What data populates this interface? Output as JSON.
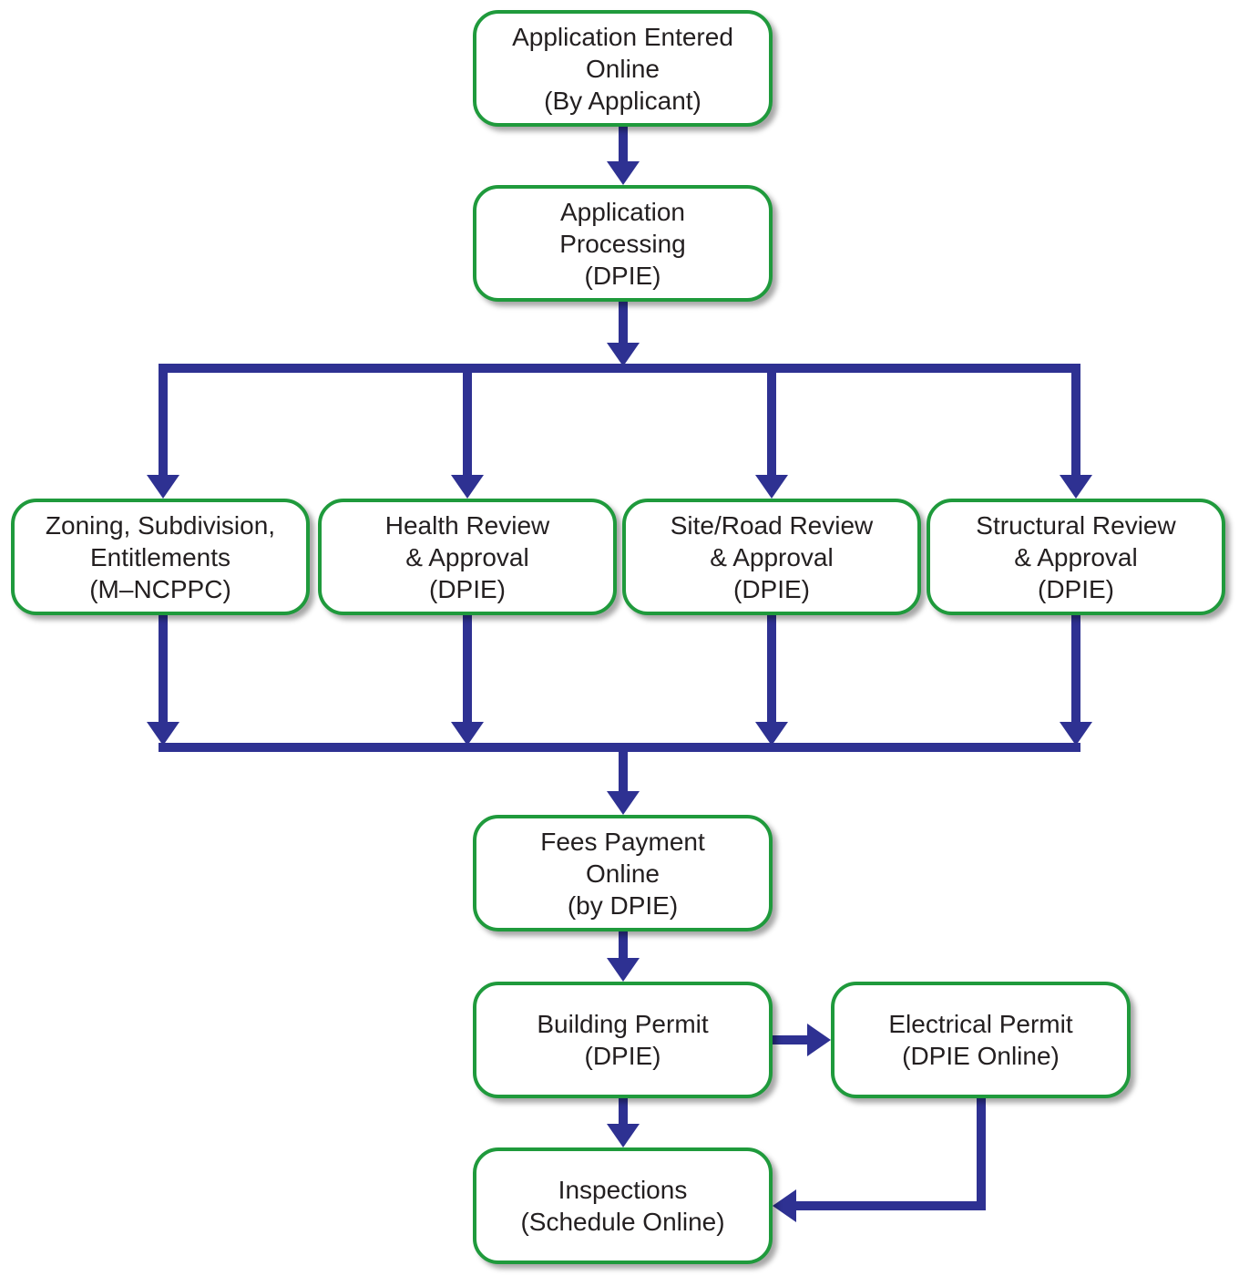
{
  "colors": {
    "box_border": "#1f9a3c",
    "connector": "#2e3192",
    "text": "#231f20"
  },
  "nodes": {
    "app_entered": {
      "lines": [
        "Application Entered",
        "Online",
        "(By Applicant)"
      ]
    },
    "app_processing": {
      "lines": [
        "Application",
        "Processing",
        "(DPIE)"
      ]
    },
    "zoning": {
      "lines": [
        "Zoning, Subdivision,",
        "Entitlements",
        "(M–NCPPC)"
      ]
    },
    "health": {
      "lines": [
        "Health Review",
        "& Approval",
        "(DPIE)"
      ]
    },
    "site_road": {
      "lines": [
        "Site/Road Review",
        "& Approval",
        "(DPIE)"
      ]
    },
    "structural": {
      "lines": [
        "Structural Review",
        "& Approval",
        "(DPIE)"
      ]
    },
    "fees": {
      "lines": [
        "Fees Payment",
        "Online",
        "(by DPIE)"
      ]
    },
    "building": {
      "lines": [
        "Building Permit",
        "(DPIE)"
      ]
    },
    "electrical": {
      "lines": [
        "Electrical Permit",
        "(DPIE Online)"
      ]
    },
    "inspections": {
      "lines": [
        "Inspections",
        "(Schedule Online)"
      ]
    }
  }
}
